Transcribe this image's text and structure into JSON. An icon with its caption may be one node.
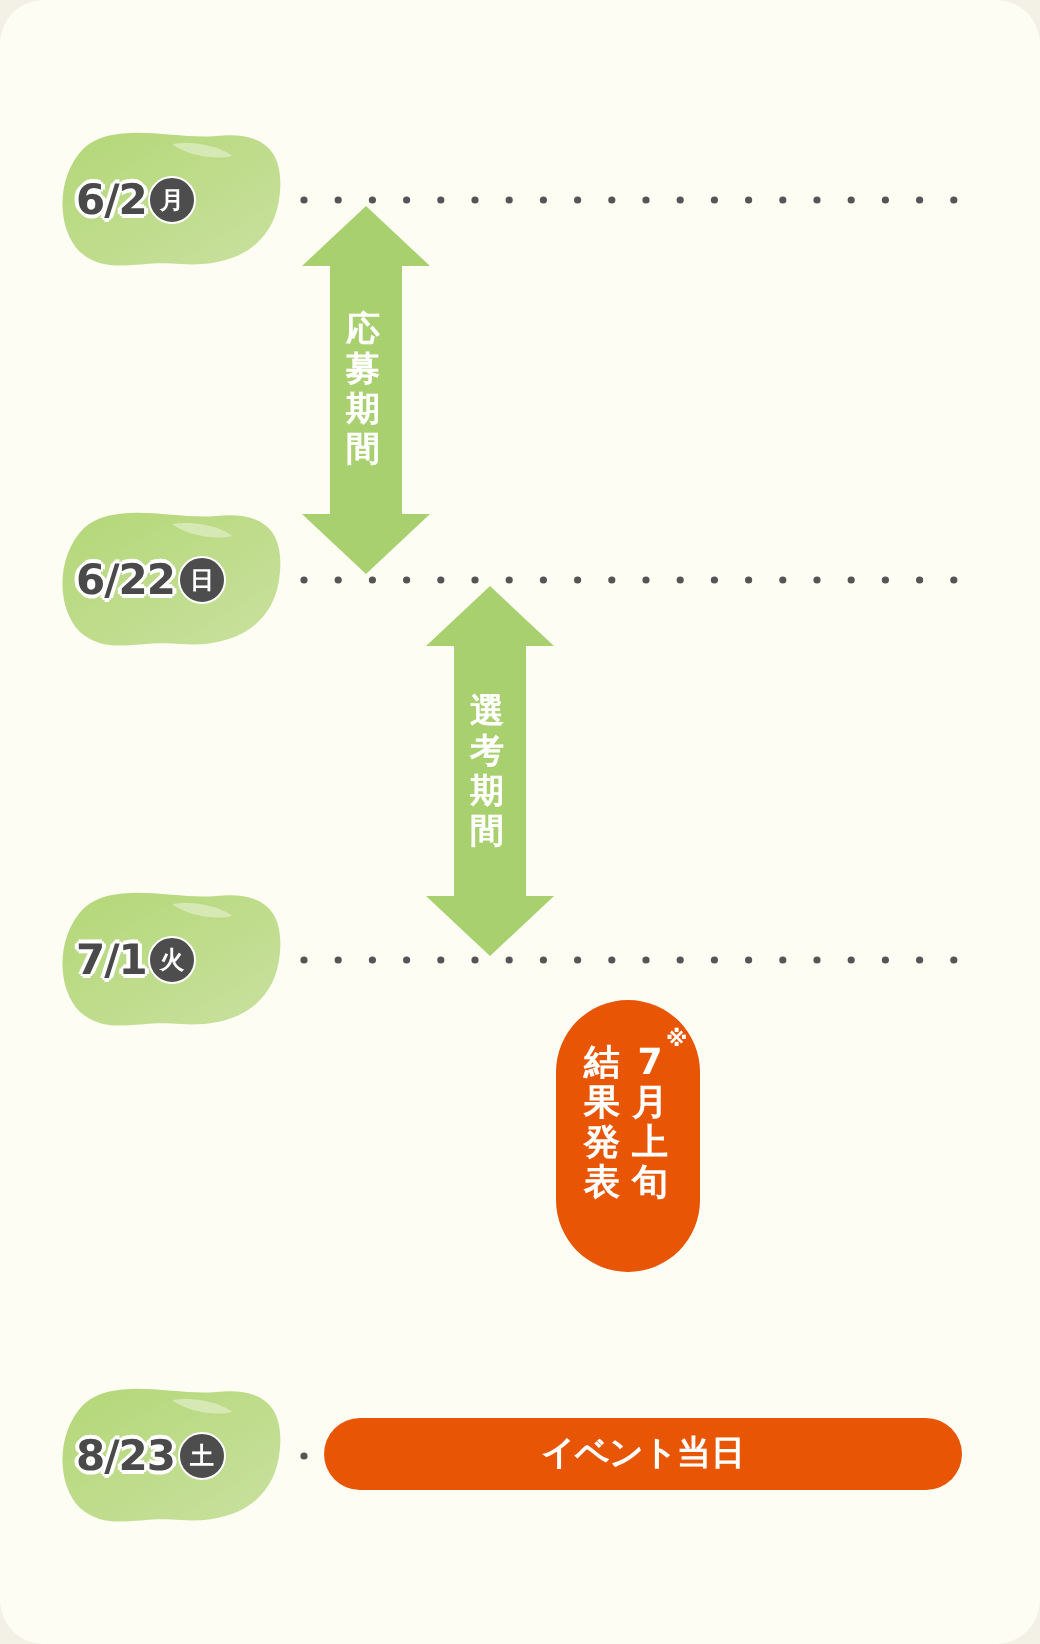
{
  "diagram": {
    "nodes": [
      {
        "text": [
          "6/2",
          "月"
        ]
      },
      {
        "text": [
          "6/22",
          "日"
        ]
      },
      {
        "text": [
          "7/1",
          "火"
        ]
      },
      {
        "text": [
          "結果発表",
          "7月上旬$^{※}$"
        ]
      },
      {
        "text": [
          "8/23",
          "土"
        ]
      },
      {
        "text": [
          "イベント当日"
        ]
      }
    ],
    "edges": [],
    "labels": [
      "応募期間",
      "選考期間"
    ]
  }
}
